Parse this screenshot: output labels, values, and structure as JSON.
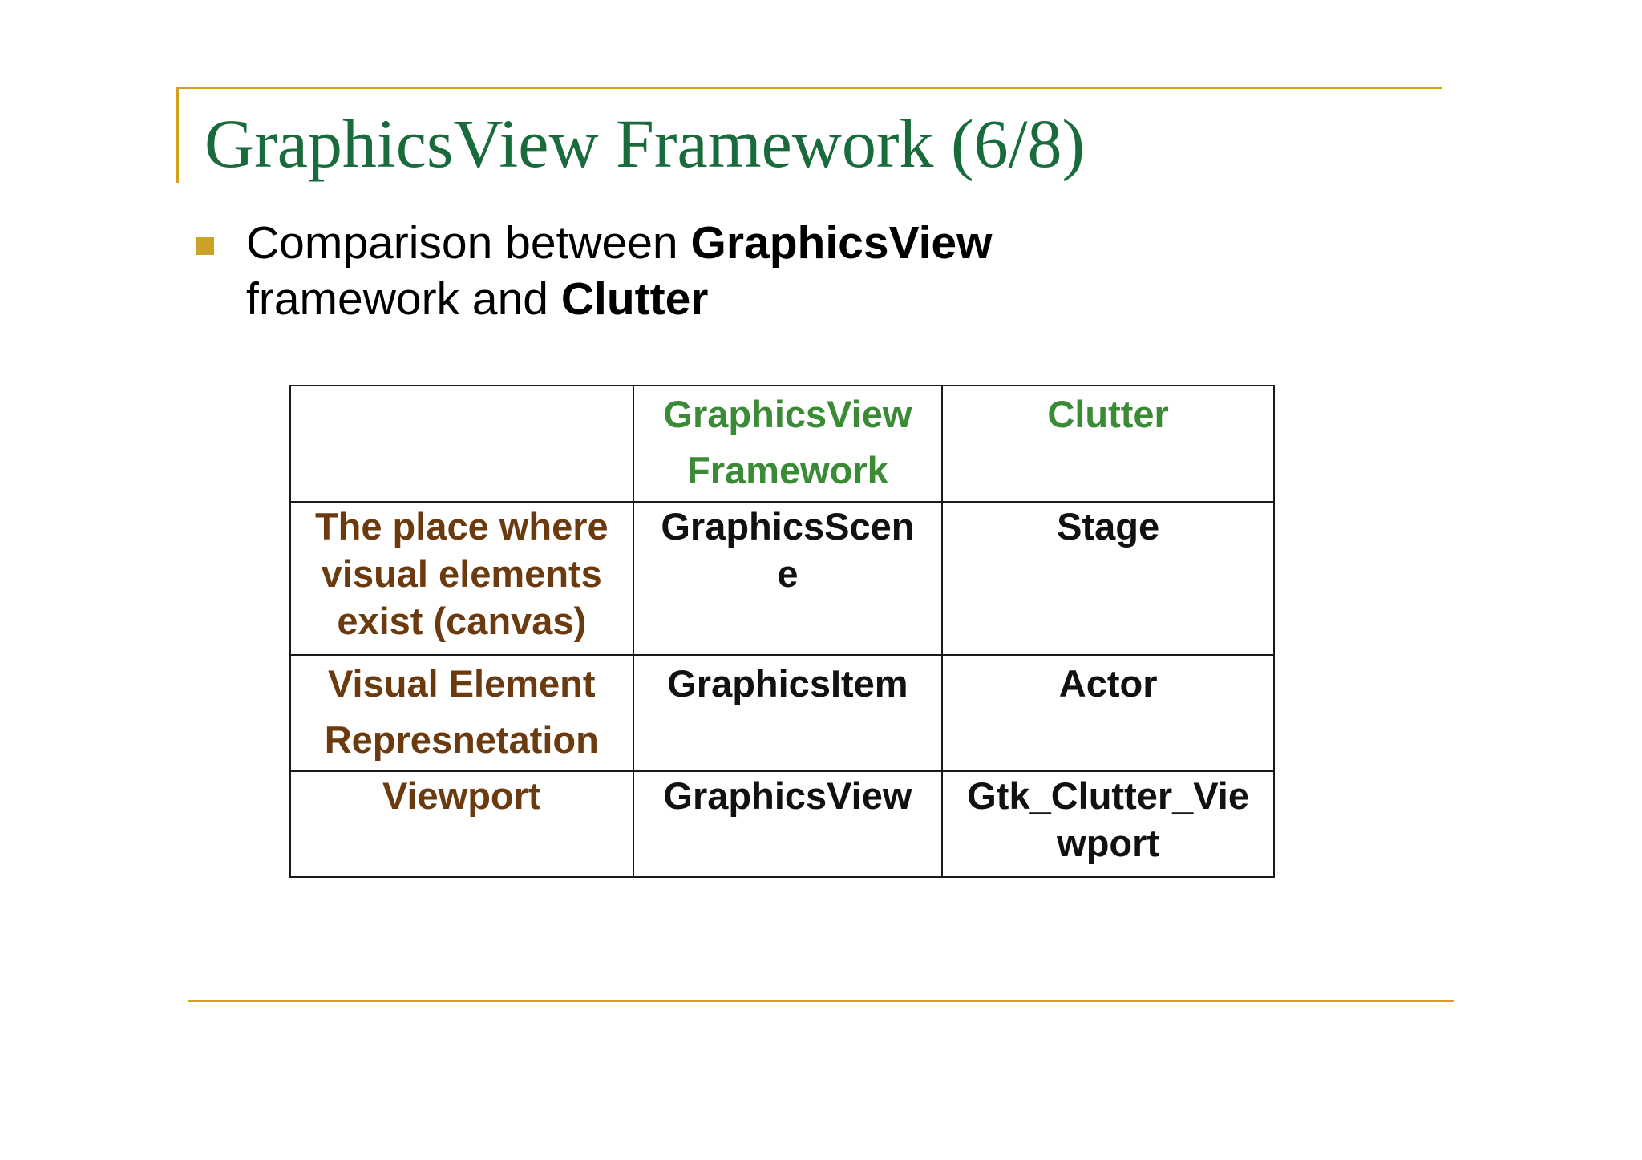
{
  "slide": {
    "title": "GraphicsView Framework (6/8)",
    "bullet": {
      "part1": "Comparison between ",
      "bold1": "GraphicsView",
      "part2": " framework and ",
      "bold2": "Clutter"
    }
  },
  "table": {
    "header": [
      "",
      "GraphicsView Framework",
      "Clutter"
    ],
    "rows": [
      {
        "label": "The place where visual elements exist (canvas)",
        "graphicsview": "GraphicsScene",
        "clutter": "Stage"
      },
      {
        "label": "Visual Element Represnetation",
        "graphicsview": "GraphicsItem",
        "clutter": "Actor"
      },
      {
        "label": "Viewport",
        "graphicsview": "GraphicsView",
        "clutter": "Gtk_Clutter_Viewport"
      }
    ]
  },
  "colors": {
    "accent_rule": "#d4a017",
    "title": "#1a6b3c",
    "header_text": "#3b8a35",
    "row_label_text": "#6b3a0f"
  }
}
